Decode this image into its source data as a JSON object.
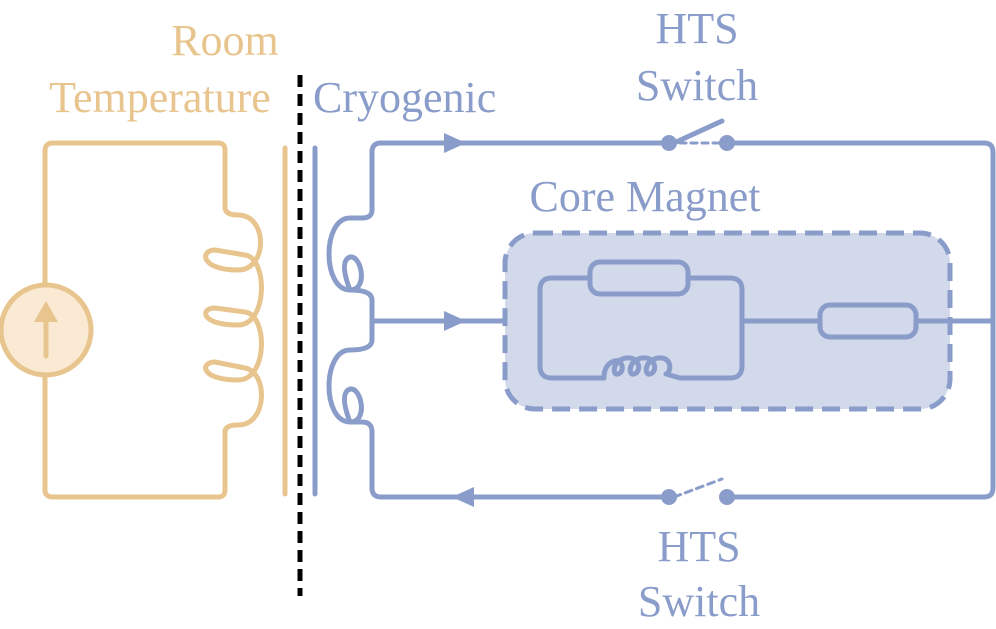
{
  "labels": {
    "room_line1": "Room",
    "room_line2": "Temperature",
    "cryogenic": "Cryogenic",
    "hts_top_line1": "HTS",
    "hts_top_line2": "Switch",
    "core_magnet": "Core Magnet",
    "hts_bottom_line1": "HTS",
    "hts_bottom_line2": "Switch"
  },
  "colors": {
    "room": "#e8c58e",
    "room_fill": "#fae9d3",
    "cryo": "#8a9cc9",
    "magnet_fill": "#d2d9ea",
    "barrier": "#000000"
  },
  "components": {
    "source_icon": "current-source-icon",
    "switch_icon": "hts-switch-icon",
    "resistor_icon": "resistor-icon",
    "inductor_icon": "inductor-coil-icon",
    "arrow_icon": "current-direction-arrow-icon"
  }
}
